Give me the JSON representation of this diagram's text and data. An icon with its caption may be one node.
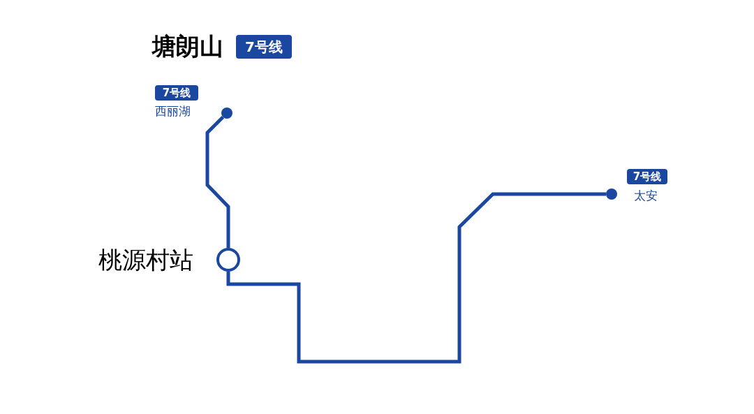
{
  "diagram": {
    "title": "塘朗山",
    "nodes": [
      {
        "text": [],
        "shape": "circle",
        "beside": [
          "7号线",
          "西丽湖"
        ]
      },
      {
        "text": [],
        "shape": "circle",
        "beside": [
          "桃源村站"
        ]
      },
      {
        "text": [],
        "shape": "circle",
        "beside": [
          "7号线",
          "太安"
        ]
      }
    ],
    "edges": [
      {
        "from": 0,
        "to": 1,
        "arrow": "none"
      },
      {
        "from": 1,
        "to": 2,
        "arrow": "none"
      }
    ],
    "labels": [
      "7号线"
    ]
  }
}
